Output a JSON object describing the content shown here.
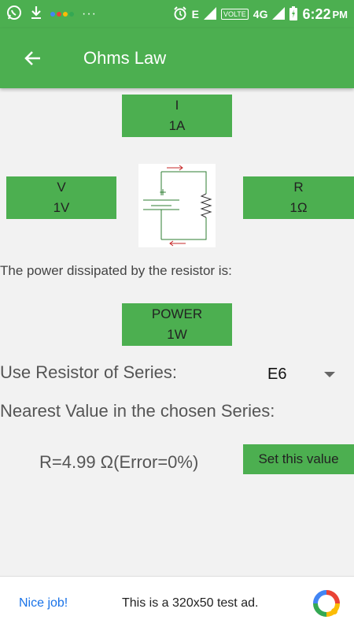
{
  "status_bar": {
    "network_e": "E",
    "volte": "VOLTE",
    "network_4g": "4G",
    "time": "6:22",
    "ampm": "PM",
    "overflow": "···"
  },
  "app_bar": {
    "title": "Ohms Law"
  },
  "current": {
    "label": "I",
    "value": "1A"
  },
  "voltage": {
    "label": "V",
    "value": "1V"
  },
  "resistance": {
    "label": "R",
    "value": "1Ω"
  },
  "power_description": "The power dissipated by the resistor is:",
  "power": {
    "label": "POWER",
    "value": "1W"
  },
  "series": {
    "label": "Use Resistor of Series:",
    "selected": "E6"
  },
  "nearest_label": "Nearest Value in the chosen Series:",
  "result": "R=4.99 Ω(Error=0%)",
  "set_button_label": "Set this value",
  "ad": {
    "nice": "Nice job!",
    "text": "This is a 320x50 test ad."
  },
  "colors": {
    "accent": "#4caf50",
    "ad_link": "#1a73e8"
  },
  "icons": [
    "whatsapp-icon",
    "download-icon",
    "assistant-icon",
    "alarm-icon",
    "signal-icon",
    "battery-icon",
    "back-arrow-icon",
    "circuit-diagram",
    "ad-logo-icon"
  ]
}
